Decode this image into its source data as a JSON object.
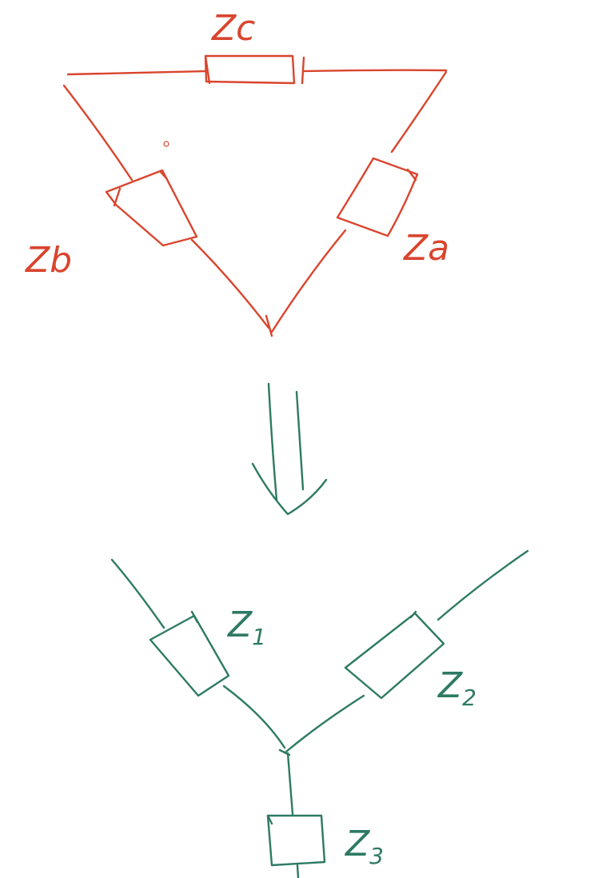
{
  "colors": {
    "delta": "#d9452e",
    "wye": "#2e7a64"
  },
  "delta": {
    "labels": {
      "za": "Za",
      "zb": "Zb",
      "zc": "Zc"
    }
  },
  "wye": {
    "labels": {
      "z1": {
        "main": "Z",
        "sub": "1"
      },
      "z2": {
        "main": "Z",
        "sub": "2"
      },
      "z3": {
        "main": "Z",
        "sub": "3"
      }
    }
  },
  "arrow": {
    "icon": "double-arrow-down-icon"
  }
}
